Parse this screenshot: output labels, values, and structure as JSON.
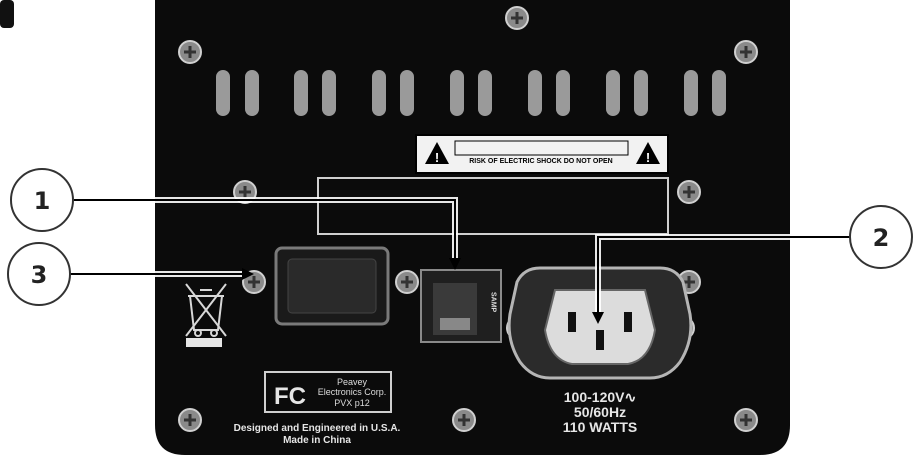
{
  "callouts": [
    {
      "number": "1"
    },
    {
      "number": "2"
    },
    {
      "number": "3"
    }
  ],
  "warning": {
    "text": "RISK OF ELECTRIC SHOCK DO NOT OPEN"
  },
  "switch_label": "SAMP",
  "fcc": {
    "logo": "FC",
    "company_line1": "Peavey",
    "company_line2": "Electronics Corp.",
    "model": "PVX p12"
  },
  "footer": {
    "line1": "Designed and Engineered in U.S.A.",
    "line2": "Made in China"
  },
  "power": {
    "voltage": "100-120V∿",
    "frequency": "50/60Hz",
    "wattage": "110 WATTS"
  },
  "icons": [
    "screw-icon",
    "warning-triangle-icon",
    "weee-bin-icon",
    "fcc-logo"
  ]
}
